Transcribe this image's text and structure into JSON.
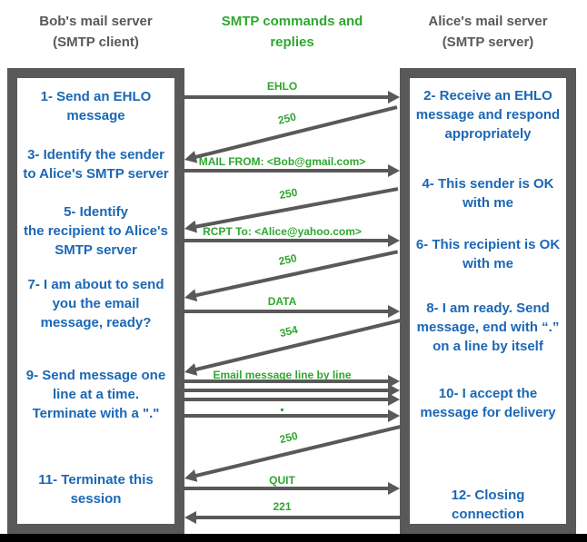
{
  "colors": {
    "blue": "#1b67b5",
    "green": "#2fa72f",
    "gray": "#595959",
    "black": "#000000",
    "background": "#ffffff"
  },
  "headers": {
    "client": "Bob's mail server\n(SMTP client)",
    "middle": "SMTP commands and\nreplies",
    "server": "Alice's mail server\n(SMTP server)"
  },
  "client_box": {
    "role": "SMTP client",
    "steps": [
      "1- Send an EHLO\nmessage",
      "3- Identify the sender\nto Alice's SMTP server",
      "5- Identify\nthe recipient to Alice's\nSMTP server",
      "7- I am about to send\nyou the email\nmessage, ready?",
      "9- Send message one\nline at a time.\nTerminate with a \".\"",
      "11- Terminate this\nsession"
    ]
  },
  "server_box": {
    "role": "SMTP server",
    "steps": [
      "2- Receive an EHLO\nmessage and respond\nappropriately",
      "4- This sender is OK\nwith me",
      "6- This recipient is OK\nwith me",
      "8-  I am ready. Send\nmessage, end with “.”\non a line by itself",
      "10-  I accept the\nmessage for delivery",
      "12-  Closing\nconnection"
    ]
  },
  "arrows": [
    {
      "label": "EHLO",
      "type": "command",
      "direction": "client-to-server"
    },
    {
      "label": "250",
      "type": "reply",
      "direction": "server-to-client"
    },
    {
      "label": "MAIL FROM: <Bob@gmail.com>",
      "type": "command",
      "direction": "client-to-server"
    },
    {
      "label": "250",
      "type": "reply",
      "direction": "server-to-client"
    },
    {
      "label": "RCPT To: <Alice@yahoo.com>",
      "type": "command",
      "direction": "client-to-server"
    },
    {
      "label": "250",
      "type": "reply",
      "direction": "server-to-client"
    },
    {
      "label": "DATA",
      "type": "command",
      "direction": "client-to-server"
    },
    {
      "label": "354",
      "type": "reply",
      "direction": "server-to-client"
    },
    {
      "label": "Email message line by line",
      "type": "command",
      "direction": "client-to-server"
    },
    {
      "label": "",
      "type": "command",
      "direction": "client-to-server"
    },
    {
      "label": "",
      "type": "command",
      "direction": "client-to-server"
    },
    {
      "label": "▪",
      "type": "command",
      "direction": "client-to-server"
    },
    {
      "label": "250",
      "type": "reply",
      "direction": "server-to-client"
    },
    {
      "label": "QUIT",
      "type": "command",
      "direction": "client-to-server"
    },
    {
      "label": "221",
      "type": "reply",
      "direction": "server-to-client"
    }
  ]
}
